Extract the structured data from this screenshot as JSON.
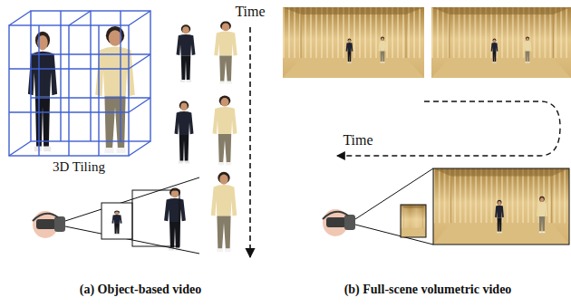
{
  "diagram": {
    "labels": [
      "Time",
      "3D Tiling",
      "(a) Object-based video",
      "Time",
      "(b) Full-scene volumetric video"
    ]
  }
}
